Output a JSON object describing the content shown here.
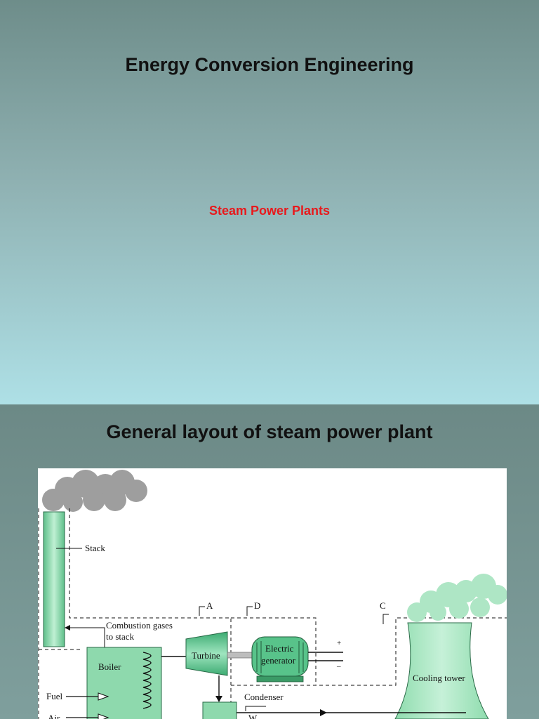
{
  "slide1": {
    "title": "Energy Conversion Engineering",
    "subtitle": "Steam Power Plants",
    "subtitle_color": "#e8191c"
  },
  "slide2": {
    "title": "General layout of steam power plant",
    "diagram": {
      "stack": "Stack",
      "combustion_gases_line1": "Combustion gases",
      "combustion_gases_line2": "to stack",
      "boiler": "Boiler",
      "turbine": "Turbine",
      "generator_line1": "Electric",
      "generator_line2": "generator",
      "plus": "+",
      "minus": "–",
      "cooling_tower": "Cooling tower",
      "condenser": "Condenser",
      "fuel": "Fuel",
      "air": "Air",
      "water_partial": "W",
      "label_a": "A",
      "label_c": "C",
      "label_d": "D",
      "equipment_color": "#7fd3a4",
      "smoke_color": "#9e9e9e"
    }
  }
}
